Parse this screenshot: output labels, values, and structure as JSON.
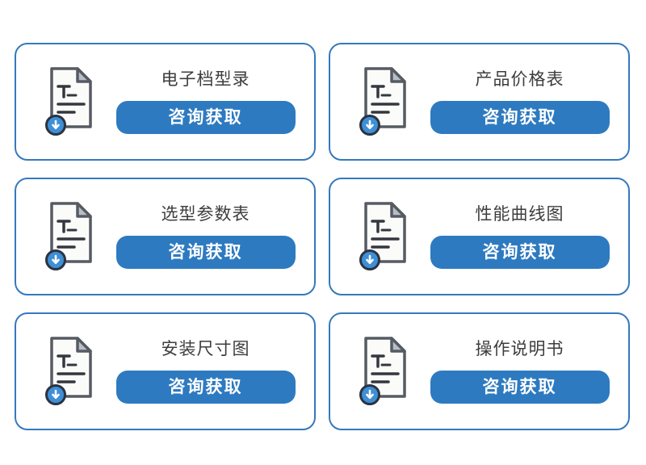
{
  "colors": {
    "card_border": "#3579bd",
    "button_background": "#2e7ac0",
    "button_text": "#ffffff",
    "title_text": "#3d3d3d",
    "icon_outline": "#565b63",
    "icon_fold": "#b9bec6",
    "icon_badge": "#3e8fd6"
  },
  "button_label": "咨询获取",
  "cards": [
    {
      "title": "电子档型录"
    },
    {
      "title": "产品价格表"
    },
    {
      "title": "选型参数表"
    },
    {
      "title": "性能曲线图"
    },
    {
      "title": "安装尺寸图"
    },
    {
      "title": "操作说明书"
    }
  ]
}
